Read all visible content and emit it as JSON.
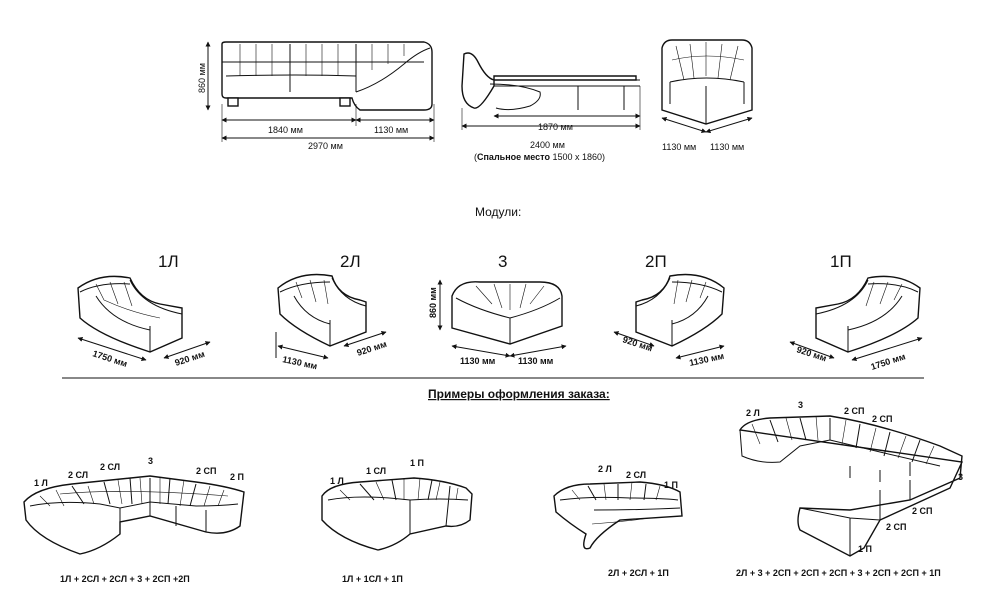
{
  "top_dims": {
    "height_860": "860 мм",
    "w_1840": "1840 мм",
    "w_1130": "1130 мм",
    "w_2970": "2970 мм",
    "w_1870": "1870 мм",
    "w_2400": "2400 мм",
    "sleep_label": "Спальное место",
    "sleep_size": "1500 x 1860)",
    "sleep_open": "(",
    "corner_a": "1130 мм",
    "corner_b": "1130 мм"
  },
  "modules": {
    "heading": "Модули:",
    "items": [
      {
        "code": "1Л",
        "d1": "1750 мм",
        "d2": "920 мм"
      },
      {
        "code": "2Л",
        "d1": "1130 мм",
        "d2": "920 мм"
      },
      {
        "code": "3",
        "d1": "1130 мм",
        "d2": "1130 мм",
        "h": "860 мм"
      },
      {
        "code": "2П",
        "d1": "920 мм",
        "d2": "1130 мм"
      },
      {
        "code": "1П",
        "d1": "920 мм",
        "d2": "1750 мм"
      }
    ]
  },
  "examples": {
    "heading": "Примеры оформления заказа:",
    "ex1": {
      "l1": "1 Л",
      "l2": "2 СЛ",
      "l3": "2 СЛ",
      "l4": "3",
      "l5": "2 СП",
      "l6": "2 П",
      "formula": "1Л + 2СЛ + 2СЛ + 3 + 2СП +2П"
    },
    "ex2": {
      "l1": "1 Л",
      "l2": "1 СЛ",
      "l3": "1 П",
      "formula": "1Л + 1СЛ + 1П"
    },
    "ex3": {
      "l1": "2 Л",
      "l2": "2 СЛ",
      "l3": "1 П",
      "formula": "2Л + 2СЛ + 1П"
    },
    "ex4": {
      "l1": "2 Л",
      "l2": "3",
      "l3": "2 СП",
      "l4": "2 СП",
      "l5": "3",
      "l6": "2 СП",
      "l7": "2 СП",
      "l8": "1 П",
      "formula": "2Л + 3 + 2СП + 2СП + 2СП + 3 + 2СП + 2СП + 1П"
    }
  }
}
